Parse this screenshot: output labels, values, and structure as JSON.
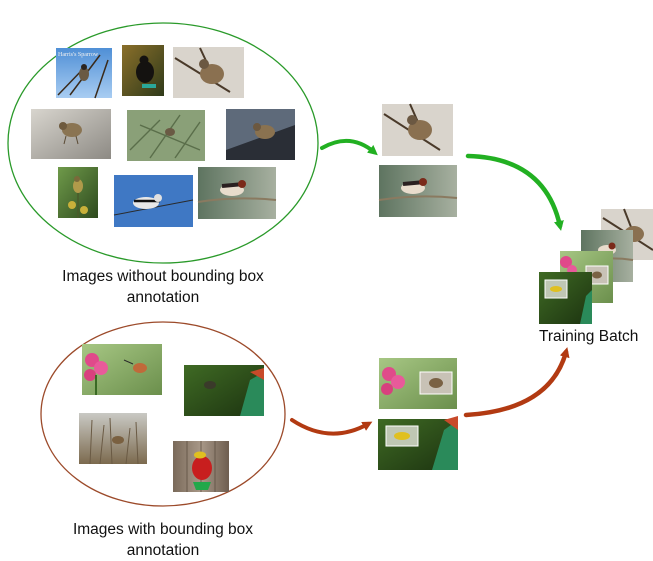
{
  "groups": {
    "unlabeled": {
      "caption_line1": "Images without bounding box",
      "caption_line2": "annotation",
      "ellipse_color": "#2a9a2a"
    },
    "labeled": {
      "caption_line1": "Images with bounding box",
      "caption_line2": "annotation",
      "ellipse_color": "#9c4a2a"
    }
  },
  "batch": {
    "label": "Training Batch"
  },
  "photo_overlay_text": "Harris's Sparrow",
  "colors": {
    "green_arrow": "#22b022",
    "brown_arrow": "#b23a12"
  }
}
